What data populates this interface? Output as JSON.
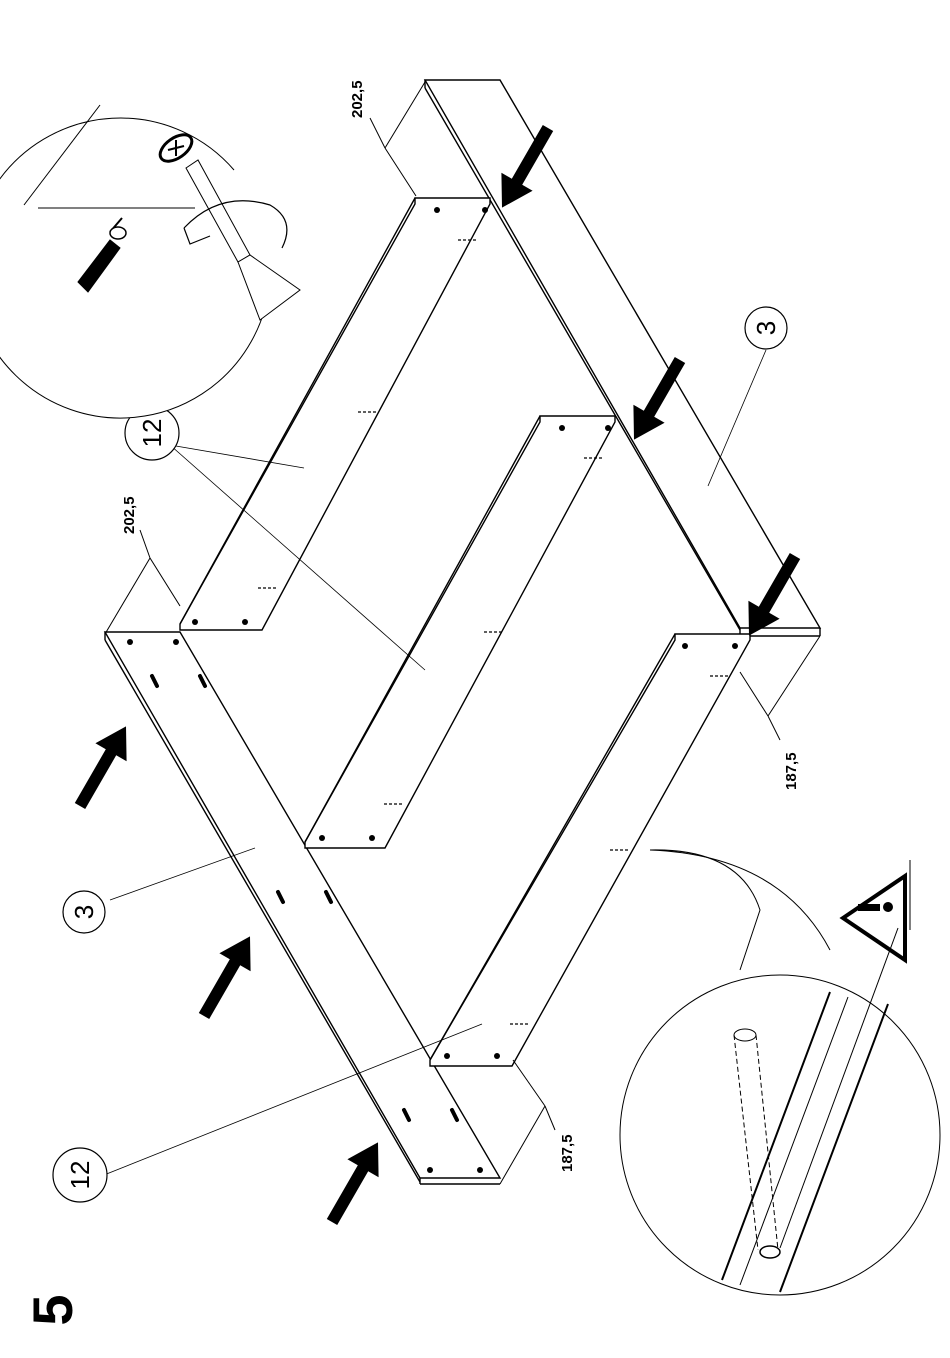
{
  "step_number": "5",
  "part_labels": {
    "side_panel_top": "3",
    "side_panel_bottom": "3",
    "shelf_upper": "12",
    "shelf_lower": "12"
  },
  "dimensions": {
    "top_right": "202,5",
    "top_left": "202,5",
    "bottom_right": "187,5",
    "bottom_left": "187,5"
  },
  "colors": {
    "line": "#000000",
    "background": "#ffffff"
  },
  "icons": [
    "screwdriver-detail-icon",
    "warning-icon",
    "dowel-detail-icon",
    "push-arrow-icon"
  ]
}
